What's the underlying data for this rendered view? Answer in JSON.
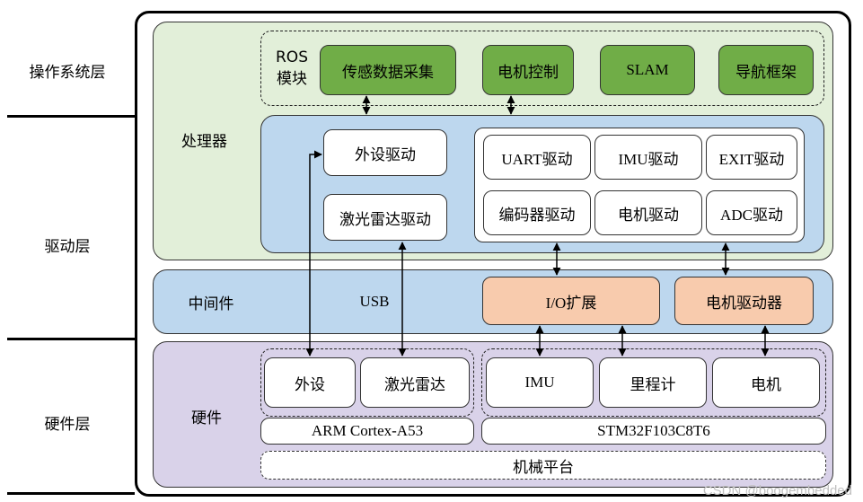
{
  "layers": {
    "os": "操作系统层",
    "driver": "驱动层",
    "hardware": "硬件层"
  },
  "processor": {
    "label": "处理器",
    "ros": {
      "label": "ROS\n模块",
      "modules": [
        "传感数据采集",
        "电机控制",
        "SLAM",
        "导航框架"
      ]
    },
    "drivers_left": [
      "外设驱动",
      "激光雷达驱动"
    ],
    "drivers_right": [
      "UART驱动",
      "IMU驱动",
      "EXIT驱动",
      "编码器驱动",
      "电机驱动",
      "ADC驱动"
    ]
  },
  "middleware": {
    "label": "中间件",
    "usb": "USB",
    "io_expand": "I/O扩展",
    "motor_driver": "电机驱动器"
  },
  "hardware": {
    "label": "硬件",
    "left_devices": [
      "外设",
      "激光雷达"
    ],
    "left_chip": "ARM Cortex-A53",
    "right_devices": [
      "IMU",
      "里程计",
      "电机"
    ],
    "right_chip": "STM32F103C8T6",
    "platform": "机械平台"
  },
  "watermark": "CSDN @boogembedded",
  "colors": {
    "processor_bg": "#e2efd9",
    "ros_module": "#70ad47",
    "driver_bg": "#bdd7ee",
    "middleware_bg": "#bdd7ee",
    "hardware_bg": "#d9d2e9",
    "io_box": "#f8cbad"
  }
}
